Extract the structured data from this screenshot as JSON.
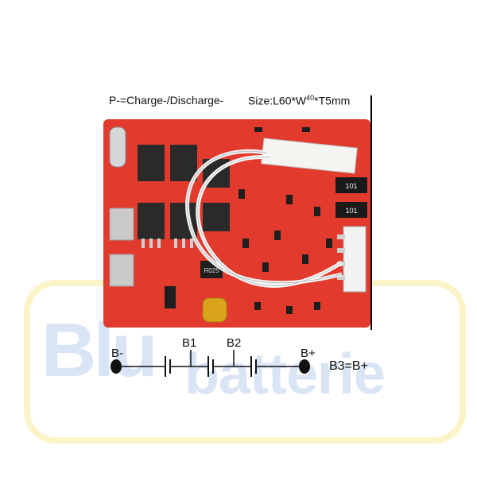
{
  "header": {
    "port_note": "P-=Charge-/Discharge-",
    "size_prefix": "Size:L60*W",
    "size_width": "40",
    "size_suffix": "*T5mm"
  },
  "watermark": {
    "brand_part1": "Blu",
    "brand_part2": "batterie"
  },
  "diagram": {
    "label_b_minus": "B-",
    "label_b1": "B1",
    "label_b2": "B2",
    "label_b_plus": "B+",
    "note": "B3=B+"
  },
  "board": {
    "component_labels": [
      "101",
      "101",
      "R025"
    ]
  },
  "colors": {
    "pcb": "#e23b2e",
    "watermark": "#d9e4f5"
  }
}
